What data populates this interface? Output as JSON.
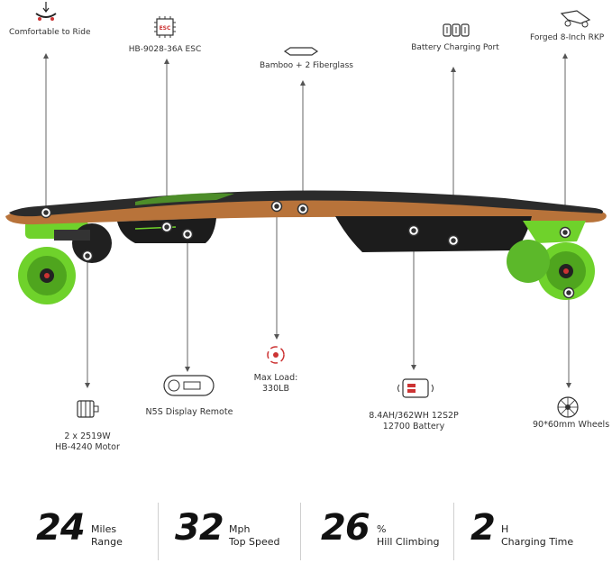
{
  "features": {
    "comfort": "Comfortable to Ride",
    "esc": "HB-9028-36A ESC",
    "esc_badge": "ESC",
    "deck": "Bamboo + 2 Fiberglass",
    "charging_port": "Battery Charging Port",
    "rkp": "Forged 8-Inch RKP",
    "motor_line1": "2 x 2519W",
    "motor_line2": "HB-4240 Motor",
    "remote": "N5S Display Remote",
    "load_line1": "Max Load:",
    "load_line2": "330LB",
    "battery_line1": "8.4AH/362WH 12S2P",
    "battery_line2": "12700 Battery",
    "wheels": "90*60mm Wheels"
  },
  "stats": [
    {
      "value": "24",
      "unit": "Miles",
      "label": "Range"
    },
    {
      "value": "32",
      "unit": "Mph",
      "label": "Top Speed"
    },
    {
      "value": "26",
      "unit": "%",
      "label": "Hill Climbing"
    },
    {
      "value": "2",
      "unit": "H",
      "label": "Charging Time"
    }
  ],
  "colors": {
    "accent_green": "#6fd22b",
    "deck_wood": "#b8733a",
    "grip_tape": "#2b2b2b",
    "battery_case": "#1c1c1c"
  },
  "icons": [
    "skateboard-icon",
    "esc-chip-icon",
    "deck-shape-icon",
    "battery-cells-icon",
    "truck-icon",
    "motor-icon",
    "remote-icon",
    "load-icon",
    "battery-charge-icon",
    "wheel-icon"
  ]
}
